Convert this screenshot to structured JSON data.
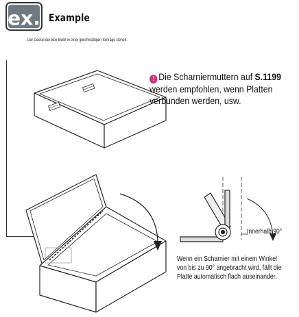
{
  "header": {
    "logo_text": "ex.",
    "title": "Example"
  },
  "caption": "Der Deckel der Box bleibt in einer gleichmäßigen Schräge stehen.",
  "note": {
    "line1_prefix": "Die Scharniermuttern auf ",
    "line1_ref": "S.1199",
    "line2": "werden empfohlen, wenn Platten",
    "line3": "verbunden werden, usw."
  },
  "hinge_detail": {
    "angle_label": "Innerhalb 90°",
    "caption_lines": [
      "Wenn ein Scharnier mit einem Winkel",
      "von bis zu 90° angebracht wird, fällt die",
      "Platte automatisch flach auseinander."
    ]
  },
  "colors": {
    "note_icon": "#c8357d",
    "line": "#222222"
  }
}
